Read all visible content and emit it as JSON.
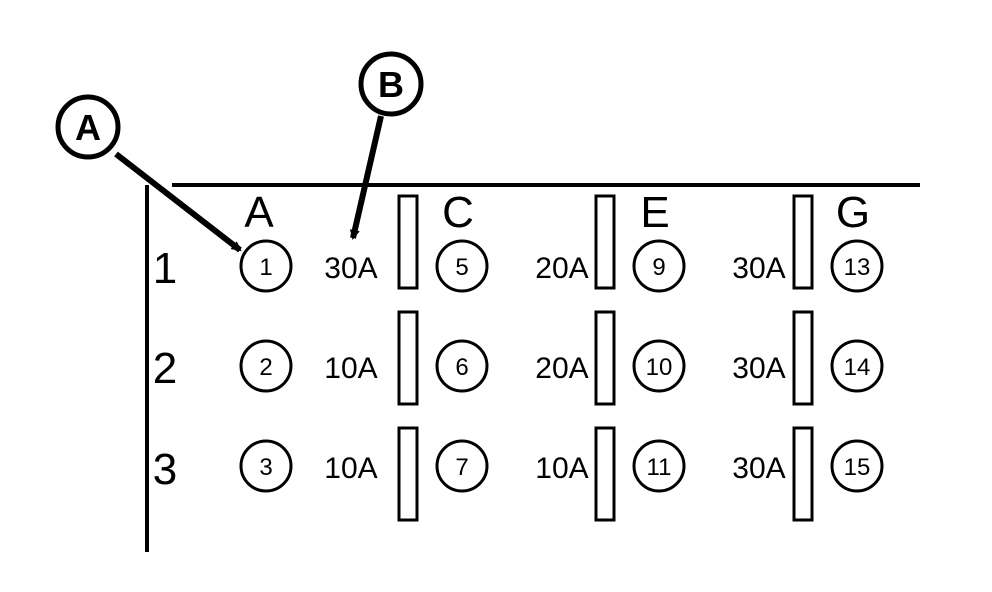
{
  "callouts": {
    "a": "A",
    "b": "B"
  },
  "columns": [
    "A",
    "C",
    "E",
    "G"
  ],
  "rows": [
    "1",
    "2",
    "3"
  ],
  "fuse_numbers": [
    [
      "1",
      "5",
      "9",
      "13"
    ],
    [
      "2",
      "6",
      "10",
      "14"
    ],
    [
      "3",
      "7",
      "11",
      "15"
    ]
  ],
  "ratings": [
    [
      "30A",
      "20A",
      "30A"
    ],
    [
      "10A",
      "20A",
      "30A"
    ],
    [
      "10A",
      "10A",
      "30A"
    ]
  ]
}
